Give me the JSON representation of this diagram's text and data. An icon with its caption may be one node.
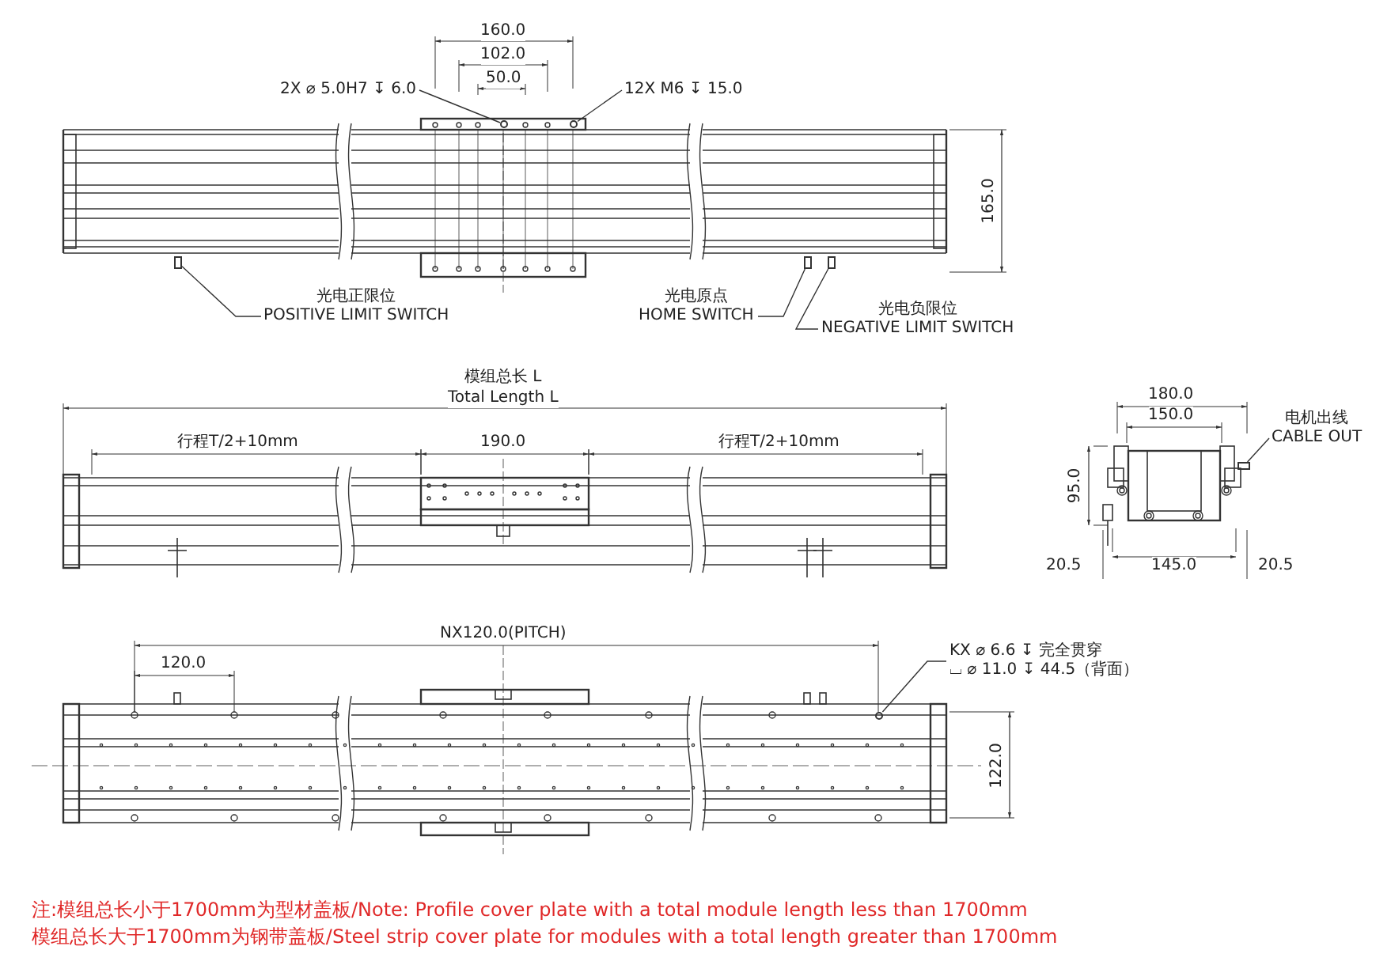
{
  "diagram": {
    "nodes": [
      {
        "text": [
          "2X ⌀ 5.0H7 ↧ 6.0"
        ]
      },
      {
        "text": [
          "12X M6 ↧ 15.0"
        ]
      },
      {
        "text": [
          "光电正限位",
          "POSITIVE LIMIT SWITCH"
        ]
      },
      {
        "text": [
          "光电原点",
          "HOME SWITCH"
        ]
      },
      {
        "text": [
          "光电负限位",
          "NEGATIVE LIMIT SWITCH"
        ]
      },
      {
        "text": [
          "电机出线",
          "CABLE OUT"
        ]
      },
      {
        "text": [
          "KX ⌀ 6.6 ↧ 完全贯穿",
          "⌴ ⌀ 11.0 ↧ 44.5（背面）"
        ]
      },
      {
        "text": [],
        "shape": "circle"
      },
      {
        "text": [],
        "shape": "circle"
      },
      {
        "text": [],
        "shape": "box"
      },
      {
        "text": [],
        "shape": "box"
      },
      {
        "text": [],
        "shape": "box"
      },
      {
        "text": [],
        "shape": "box"
      },
      {
        "text": [],
        "shape": "circle"
      }
    ],
    "edges": [
      {
        "from": 0,
        "to": 7,
        "arrow": "none"
      },
      {
        "from": 1,
        "to": 8,
        "arrow": "none"
      },
      {
        "from": 2,
        "to": 9,
        "arrow": "none"
      },
      {
        "from": 3,
        "to": 10,
        "arrow": "none"
      },
      {
        "from": 4,
        "to": 11,
        "arrow": "none"
      },
      {
        "from": 5,
        "to": 12,
        "arrow": "none"
      },
      {
        "from": 6,
        "to": 13,
        "arrow": "none"
      }
    ],
    "labels": [
      "160.0",
      "102.0",
      "50.0",
      "165.0",
      "模组总长 L",
      "Total Length L",
      "行程T/2+10mm",
      "190.0",
      "行程T/2+10mm",
      "180.0",
      "150.0",
      "95.0",
      "20.5",
      "145.0",
      "20.5",
      "NX120.0(PITCH)",
      "120.0",
      "122.0",
      "注:模组总长小于1700mm为型材盖板/Note: Profile cover plate with a total module length less than 1700mm",
      "模组总长大于1700mm为钢带盖板/Steel strip cover plate for modules with a total length greater than 1700mm"
    ]
  }
}
